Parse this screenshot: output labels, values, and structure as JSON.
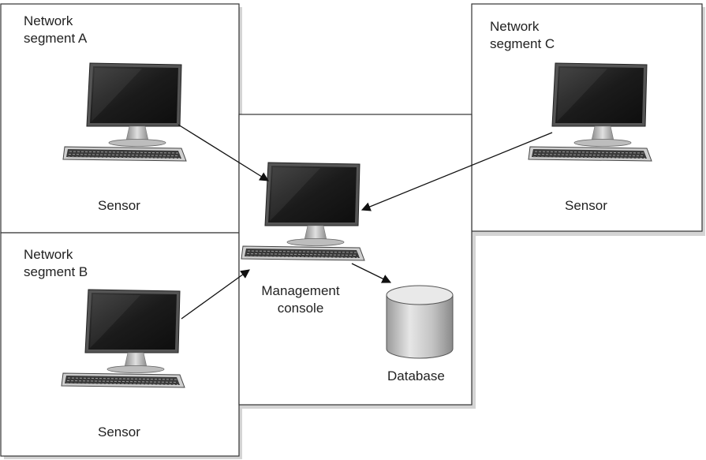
{
  "segments": {
    "a": {
      "title_line1": "Network",
      "title_line2": "segment A",
      "device_label": "Sensor"
    },
    "b": {
      "title_line1": "Network",
      "title_line2": "segment B",
      "device_label": "Sensor"
    },
    "c": {
      "title_line1": "Network",
      "title_line2": "segment C",
      "device_label": "Sensor"
    }
  },
  "console": {
    "label_line1": "Management",
    "label_line2": "console"
  },
  "database": {
    "label": "Database"
  },
  "icons": {
    "computer": "desktop-computer-icon",
    "keyboard": "keyboard-icon",
    "database": "database-cylinder-icon"
  },
  "colors": {
    "border": "#333333",
    "shadow": "#d0d0d0",
    "screen": "#1a1a1a",
    "cylinder": "#c8c8c8"
  }
}
